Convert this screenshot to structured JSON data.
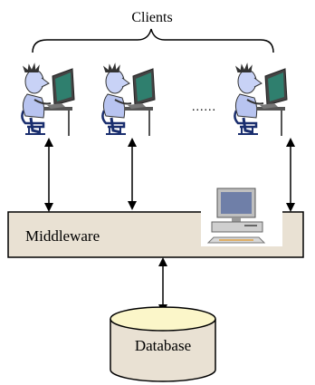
{
  "diagram": {
    "clients_label": "Clients",
    "middleware_label": "Middleware",
    "database_label": "Database",
    "client_icons": [
      "client-user-icon",
      "client-user-icon",
      "client-user-icon"
    ],
    "server_icon": "server-computer-icon",
    "ellipsis": "......",
    "colors": {
      "middleware_fill": "#e9e1d3",
      "database_fill": "#e9e1d3",
      "database_top": "#fbf6c9",
      "person_body": "#b8c4f0",
      "monitor_screen": "#2f7f6e"
    }
  }
}
